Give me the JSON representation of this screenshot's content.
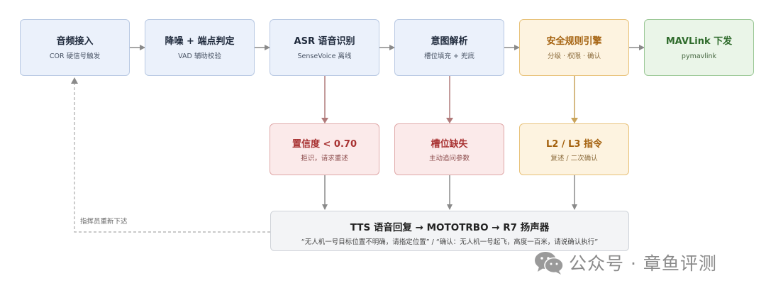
{
  "colors": {
    "blue_fill": "#ebf1fb",
    "blue_border": "#b9c9e3",
    "orange_fill": "#fdf3e0",
    "orange_border": "#e8c27a",
    "green_fill": "#eaf5e8",
    "green_border": "#9cc897",
    "red_fill": "#fbeaea",
    "red_border": "#e0a9a9",
    "gray_fill": "#f3f4f6",
    "arrow": "#8a8a8a"
  },
  "pipeline": [
    {
      "title": "音频接入",
      "subtitle": "COR 硬信号触发"
    },
    {
      "title": "降噪 + 端点判定",
      "subtitle": "VAD 辅助校验"
    },
    {
      "title": "ASR 语音识别",
      "subtitle": "SenseVoice 离线"
    },
    {
      "title": "意图解析",
      "subtitle": "槽位填充 + 兜底"
    },
    {
      "title": "安全规则引擎",
      "subtitle": "分级 · 权限 · 确认"
    },
    {
      "title": "MAVLink 下发",
      "subtitle": "pymavlink"
    }
  ],
  "branches": [
    {
      "title": "置信度 < 0.70",
      "subtitle": "拒识，请求重述"
    },
    {
      "title": "槽位缺失",
      "subtitle": "主动追问参数"
    },
    {
      "title": "L2 / L3 指令",
      "subtitle": "复述 / 二次确认"
    }
  ],
  "output": {
    "title": "TTS 语音回复 → MOTOTRBO → R7 扬声器",
    "subtitle": "“无人机一号目标位置不明确，请指定位置” / “确认：无人机一号起飞，高度一百米，请说确认执行”"
  },
  "loop_label": "指挥员重新下达",
  "watermark": {
    "text": "公众号 · 章鱼评测",
    "icon": "wechat-icon"
  }
}
